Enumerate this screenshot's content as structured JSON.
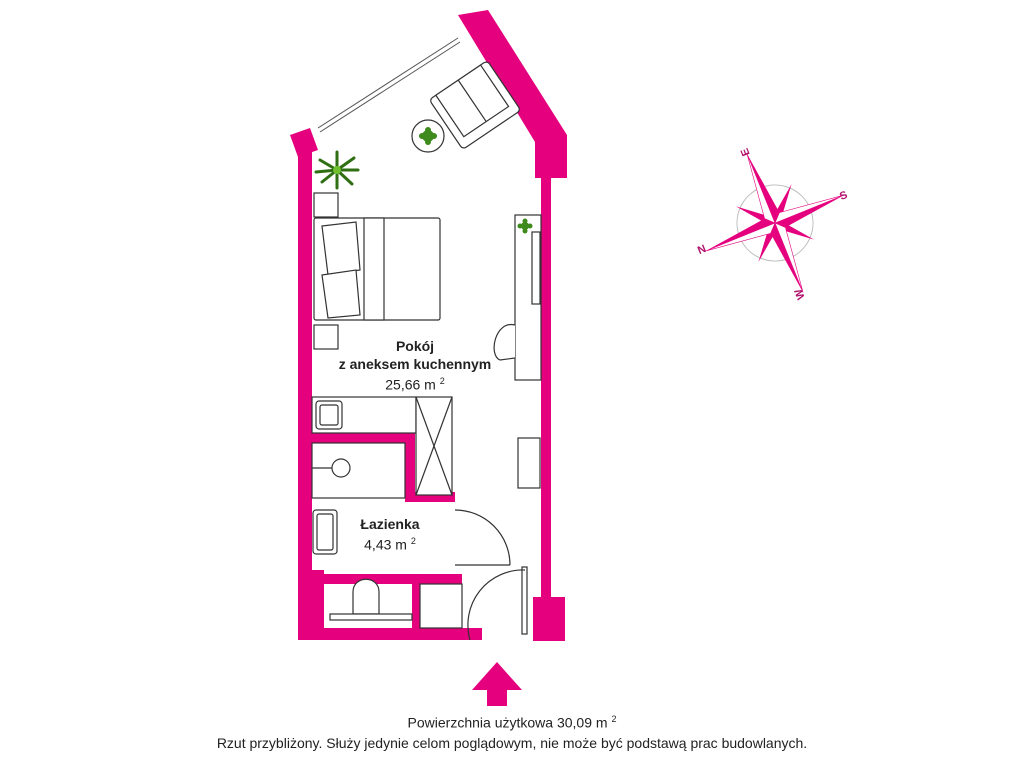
{
  "colors": {
    "wall": "#e5007e",
    "line": "#333333",
    "plant": "#3f8a1c"
  },
  "rooms": [
    {
      "name_line1": "Pokój",
      "name_line2": "z aneksem kuchennym",
      "area": "25,66 m",
      "unit_sup": "2"
    },
    {
      "name_line1": "Łazienka",
      "area": "4,43 m",
      "unit_sup": "2"
    }
  ],
  "compass": {
    "labels": {
      "n": "N",
      "e": "E",
      "s": "S",
      "w": "W"
    }
  },
  "footer": {
    "total_area": "Powierzchnia użytkowa 30,09 m",
    "total_area_sup": "2",
    "disclaimer": "Rzut przybliżony. Służy jedynie celom poglądowym, nie może być podstawą prac budowlanych."
  }
}
